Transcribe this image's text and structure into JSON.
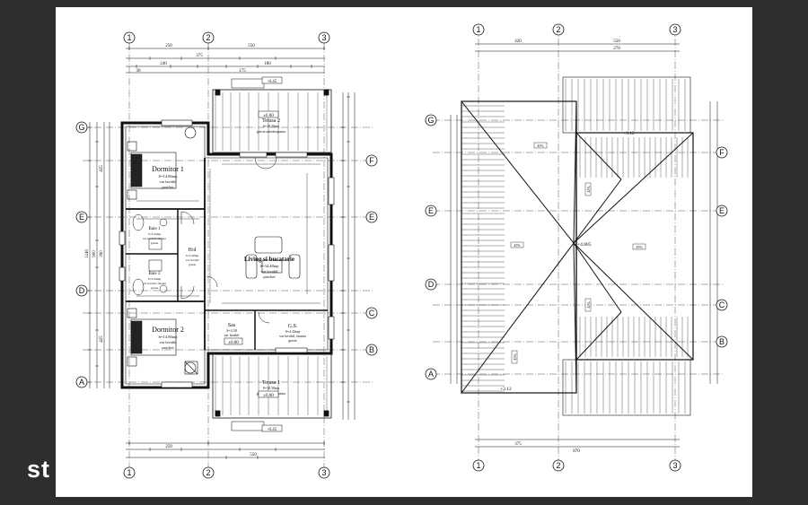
{
  "left_plan": {
    "axes_x": [
      "1",
      "2",
      "3"
    ],
    "axes_y": [
      "G",
      "F",
      "E",
      "D",
      "C",
      "B",
      "A"
    ],
    "dims_top": [
      "250",
      "375",
      "550",
      "240",
      "180",
      "175",
      "30"
    ],
    "dims_left": [
      "1240",
      "900",
      "425",
      "390",
      "425"
    ],
    "rooms": [
      {
        "name": "Dormitor 1",
        "area": "S=14.86mp",
        "finish1": "var lavabil",
        "finish2": "parchet"
      },
      {
        "name": "Dormitor 2",
        "area": "S=14.86mp",
        "finish1": "var lavabil",
        "finish2": "parchet"
      },
      {
        "name": "Baie 1",
        "area": "S=3.44mp",
        "finish1": "var lavabil, faianta",
        "finish2": "gresie"
      },
      {
        "name": "Baie 2",
        "area": "S=3.44mp",
        "finish1": "var lavabil, faianta",
        "finish2": "gresie"
      },
      {
        "name": "Hol",
        "area": "S=3.40mp",
        "finish1": "var lavabil",
        "finish2": "gresie"
      },
      {
        "name": "Living si bucatarie",
        "area": "S=34.48mp",
        "finish1": "var lavabil",
        "finish2": "parchet"
      },
      {
        "name": "Sas",
        "area": "S=3.30",
        "finish1": "var lavabil",
        "finish2": "gresie"
      },
      {
        "name": "G.S.",
        "area": "S=4.43mp",
        "finish1": "var lavabil, faianta",
        "finish2": "gresie"
      },
      {
        "name": "Terasa 2",
        "area": "S=10.50mp",
        "finish1": "",
        "finish2": "gresie antiderapanta"
      },
      {
        "name": "Terasa 1",
        "area": "S=10.50mp",
        "finish1": "",
        "finish2": "gresie antiderapanta"
      }
    ],
    "levels": [
      "±0.00",
      "-0.45",
      "±0.00",
      "±0.00",
      "-0.45"
    ]
  },
  "right_plan": {
    "axes_x": [
      "1",
      "2",
      "3"
    ],
    "axes_y": [
      "G",
      "F",
      "E",
      "D",
      "C",
      "B",
      "A"
    ],
    "dims_top": [
      "420",
      "550",
      "270"
    ],
    "dims_bottom": [
      "375",
      "870"
    ],
    "elevations": [
      "+3.12",
      "+4.885",
      "+3.12"
    ],
    "slopes": [
      "45%",
      "45%",
      "45%",
      "45%",
      "45%",
      "45%"
    ]
  },
  "watermark": "st"
}
